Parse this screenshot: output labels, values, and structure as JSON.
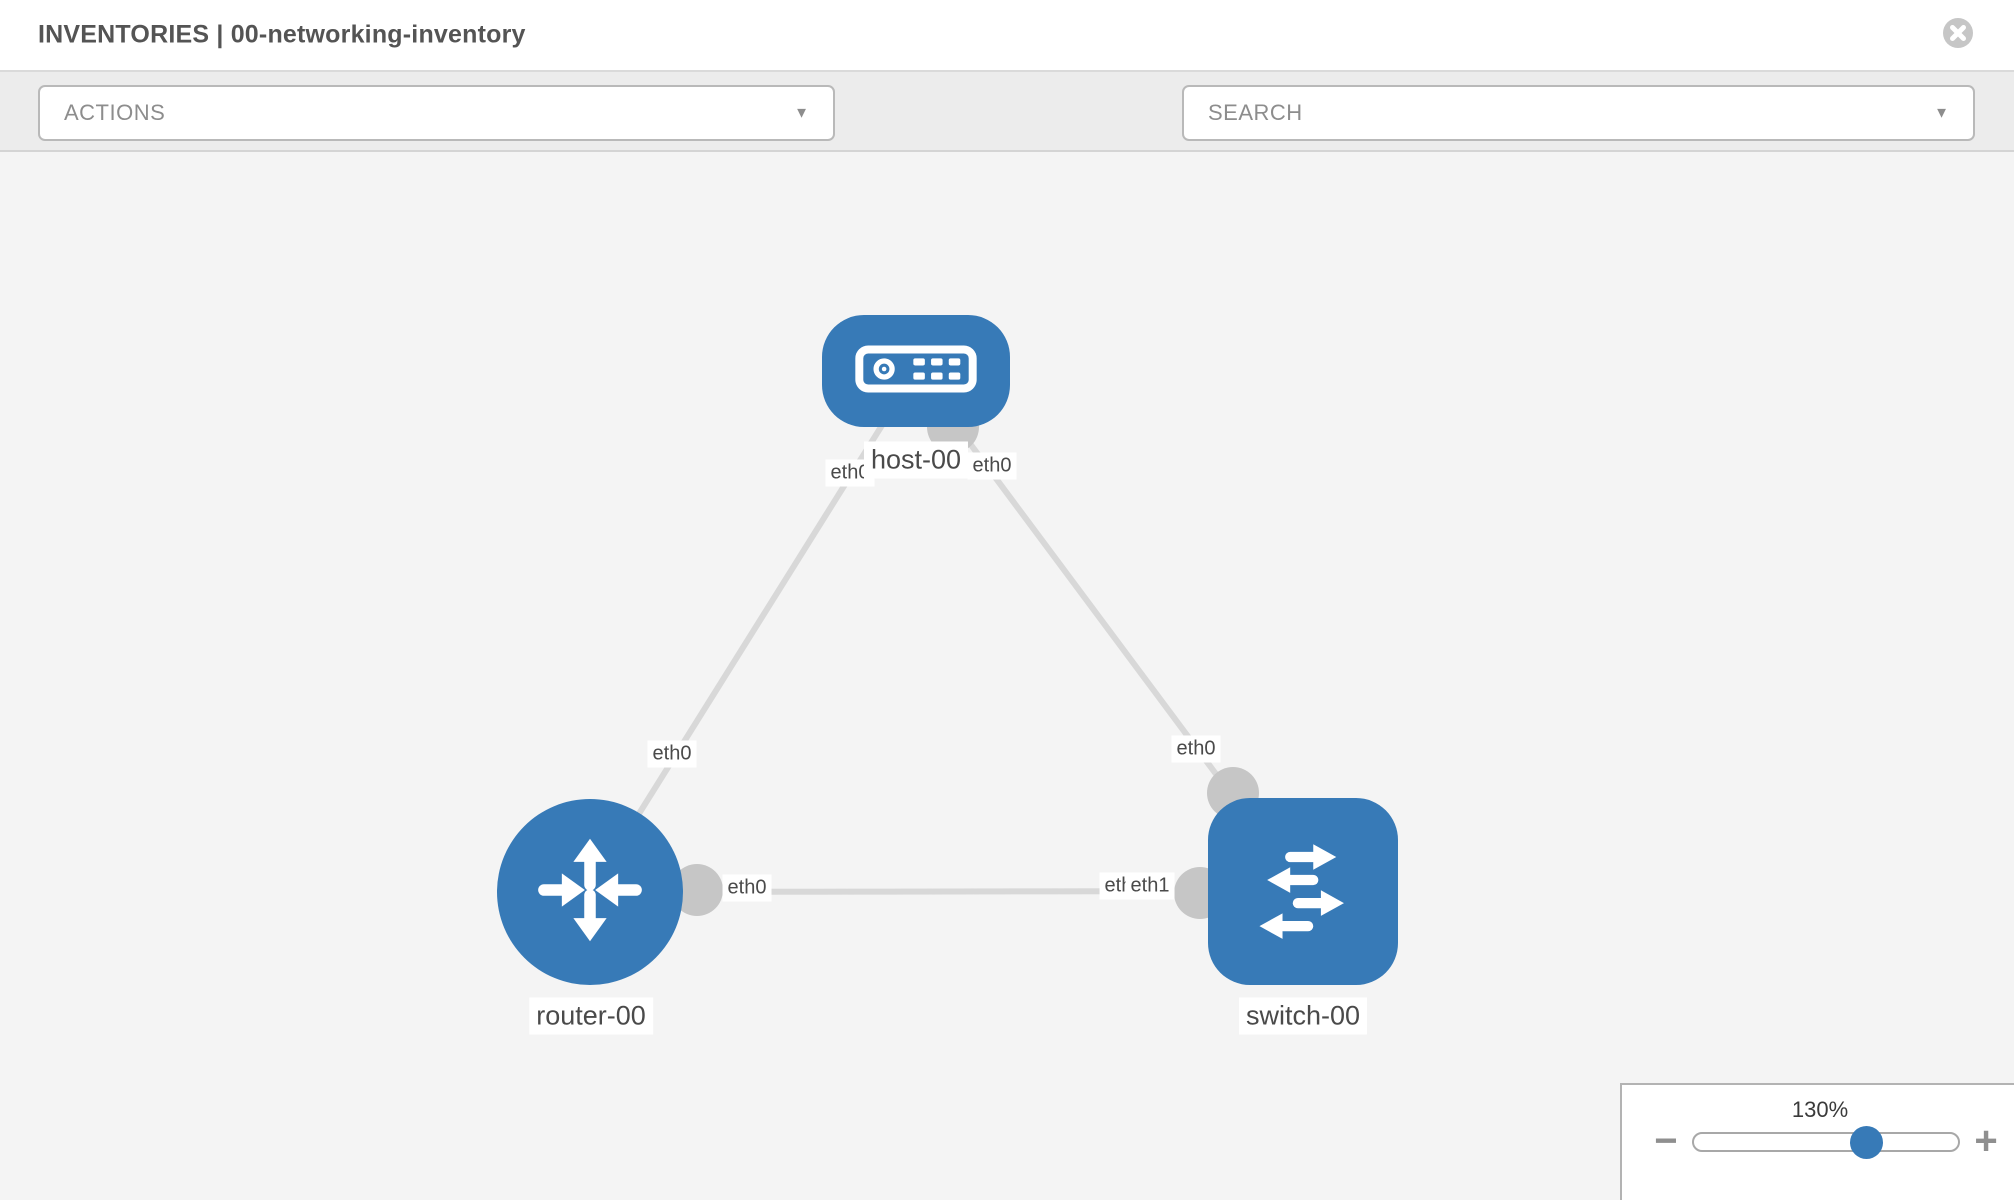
{
  "header": {
    "title": "INVENTORIES | 00-networking-inventory"
  },
  "toolbar": {
    "actions": {
      "label": "ACTIONS"
    },
    "search": {
      "placeholder": "SEARCH"
    },
    "caret": "▼",
    "icons": [
      "wrench-icon",
      "key-icon"
    ]
  },
  "topology": {
    "nodes": [
      {
        "id": "host-00",
        "label": "host-00",
        "type": "host"
      },
      {
        "id": "router-00",
        "label": "router-00",
        "type": "router"
      },
      {
        "id": "switch-00",
        "label": "switch-00",
        "type": "switch"
      }
    ],
    "links": [
      {
        "from": "host-00",
        "to": "router-00",
        "from_interface": "eth0",
        "to_interface": "eth0"
      },
      {
        "from": "host-00",
        "to": "switch-00",
        "from_interface": "eth0",
        "to_interface": "eth0"
      },
      {
        "from": "router-00",
        "to": "switch-00",
        "from_interface": "eth0",
        "to_interface": "eth1"
      }
    ],
    "interface_labels": [
      {
        "text": "eth0",
        "near": "host-00 left"
      },
      {
        "text": "eth0",
        "near": "host-00 right"
      },
      {
        "text": "eth0",
        "near": "router-00 top link"
      },
      {
        "text": "eth0",
        "near": "switch-00 top link"
      },
      {
        "text": "eth0",
        "near": "router-00 right"
      },
      {
        "text": "eth0",
        "near": "switch-00 left (partially covered)"
      },
      {
        "text": "eth1",
        "near": "switch-00 left"
      }
    ]
  },
  "zoom": {
    "value": "130%",
    "percent": 130,
    "minus": "−",
    "plus": "+"
  },
  "colors": {
    "node_blue": "#377ab7",
    "link_gray": "#d8d8d8",
    "connector_gray": "#c6c6c6",
    "toolbar_bg": "#ececec",
    "canvas_bg": "#f4f4f4",
    "label_text": "#4a4a4a",
    "tool_icon": "#6b7d8a"
  }
}
